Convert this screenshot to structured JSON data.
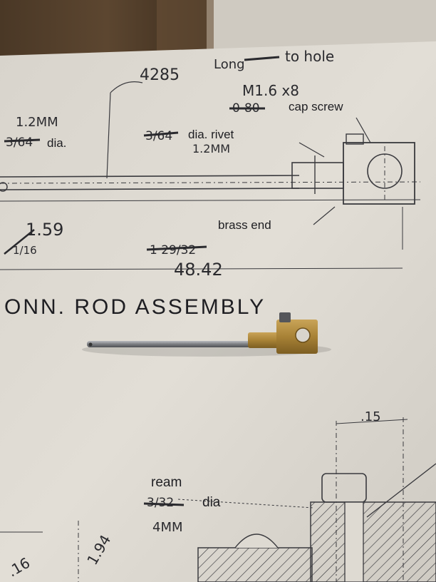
{
  "drawing": {
    "annotations": {
      "overall_length": "4285",
      "long_note": "Long",
      "to_hole_note": "to hole",
      "screw_spec": "M1.6 x8",
      "screw_struck": "0-80",
      "cap_screw": "cap screw",
      "rod_dia_mm": "1.2MM",
      "rod_dia_frac_struck": "3/64",
      "rod_dia_label": "dia.",
      "rivet_frac_struck": "3/64",
      "rivet_label": "dia. rivet",
      "rivet_mm": "1.2MM",
      "left_dim": "1.59",
      "left_dim_struck": "1/16",
      "brass_end": "brass end",
      "length_struck": "1 29/32",
      "length_mm": "48.42",
      "title": "ONN. ROD ASSEMBLY",
      "top_dim": ".15",
      "ream_label": "ream",
      "ream_struck": "3/32",
      "ream_dia": "dia",
      "ream_mm": "4MM",
      "lower_left_dim": "1.94",
      "lower_left_dim2": ".16"
    }
  },
  "colors": {
    "paper": "#dedad2",
    "ink": "#2a2a2e",
    "brass": "#b08a3c",
    "steel": "#8a8c90",
    "background_wood": "#3b2c1c"
  },
  "scene_objects": [
    "connecting-rod-part",
    "brass-end-block",
    "steel-rod"
  ]
}
